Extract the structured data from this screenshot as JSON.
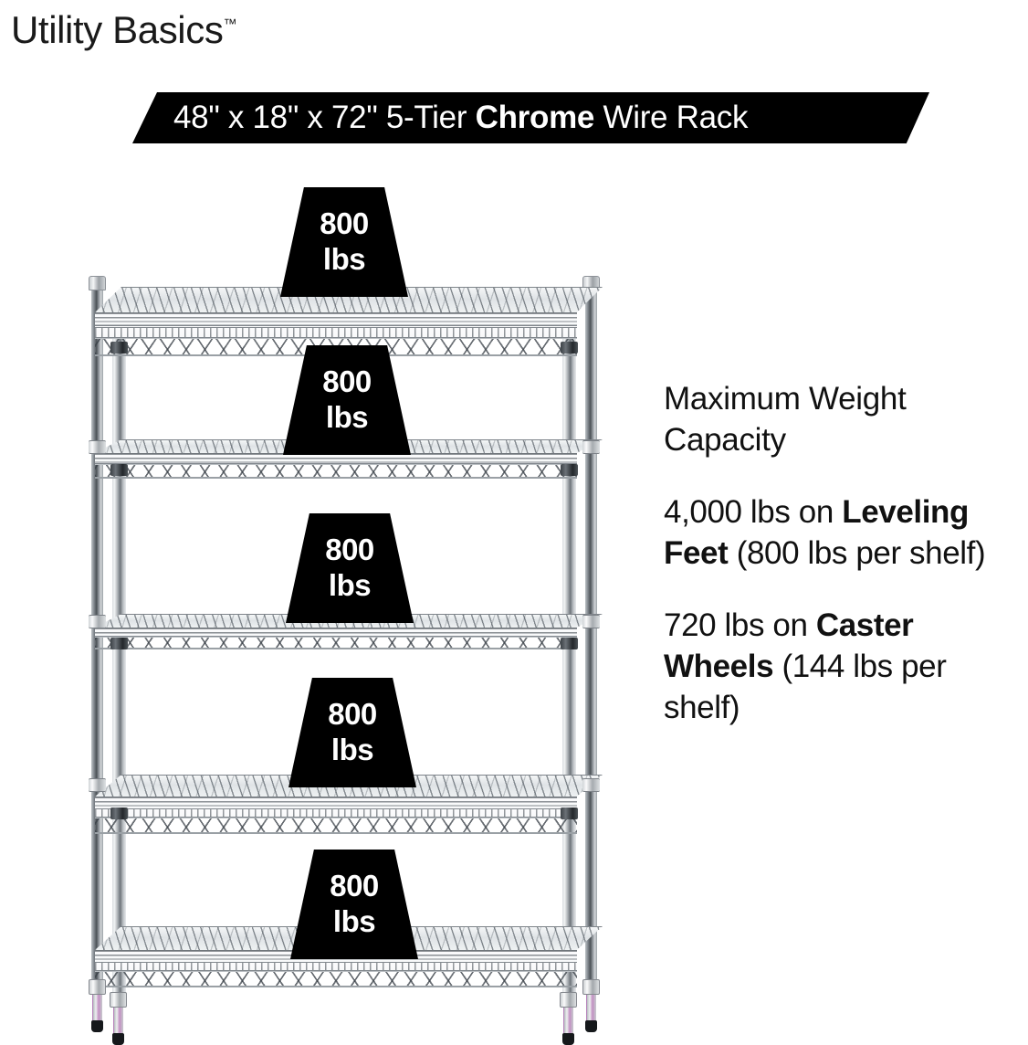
{
  "brand": {
    "name": "Utility Basics",
    "trademark": "™"
  },
  "banner": {
    "prefix": "48\" x 18\" x 72\" 5-Tier ",
    "emphasis": "Chrome",
    "suffix": " Wire Rack",
    "background_color": "#000000",
    "text_color": "#FFFFFF"
  },
  "info": {
    "heading": "Maximum Weight Capacity",
    "paragraph_1": {
      "lead": "4,000 lbs on ",
      "emphasis": "Leveling Feet",
      "tail": " (800 lbs per shelf)"
    },
    "paragraph_2": {
      "lead": "720 lbs on ",
      "emphasis": "Caster Wheels",
      "tail": " (144 lbs per shelf)"
    }
  },
  "product": {
    "tier_count": 5,
    "finish": "chrome",
    "shelf_labels": [
      {
        "value": "800",
        "unit": "lbs"
      },
      {
        "value": "800",
        "unit": "lbs"
      },
      {
        "value": "800",
        "unit": "lbs"
      },
      {
        "value": "800",
        "unit": "lbs"
      },
      {
        "value": "800",
        "unit": "lbs"
      }
    ]
  }
}
